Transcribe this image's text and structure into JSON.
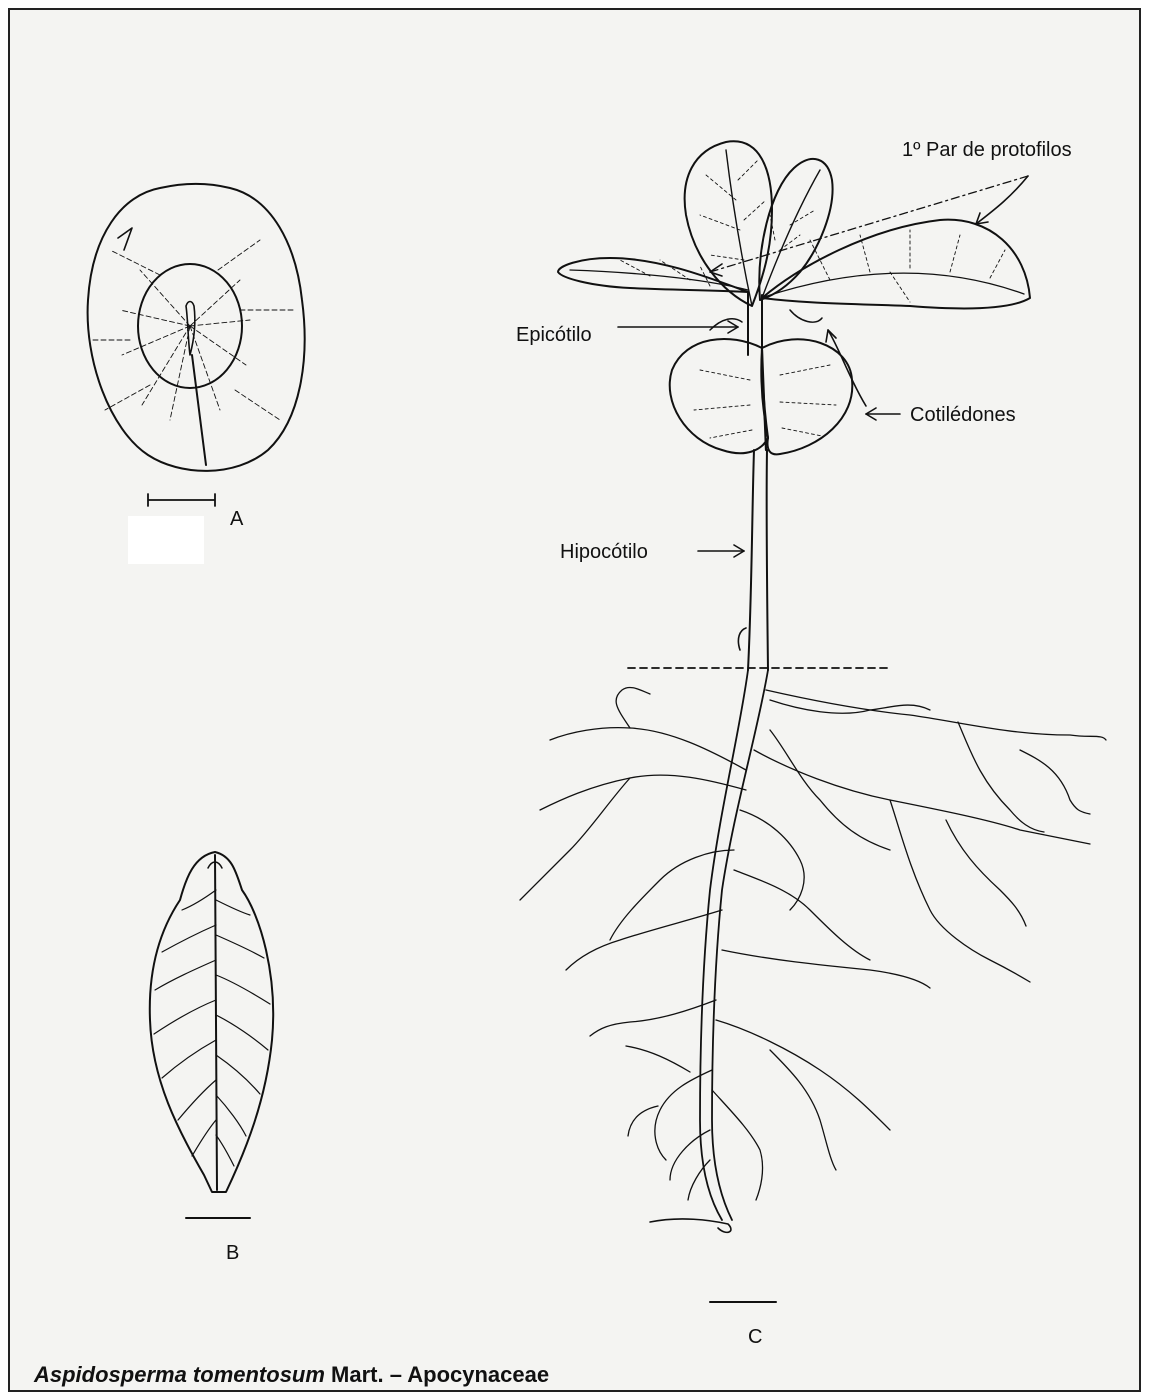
{
  "labels": {
    "protophylls": "1º Par de protofilos",
    "epicotyl": "Epicótilo",
    "cotyledons": "Cotilédones",
    "hypocotyl": "Hipocótilo"
  },
  "panels": {
    "a": "A",
    "b": "B",
    "c": "C"
  },
  "caption": {
    "species": "Aspidosperma tomentosum",
    "rest": " Mart. – Apocynaceae"
  }
}
